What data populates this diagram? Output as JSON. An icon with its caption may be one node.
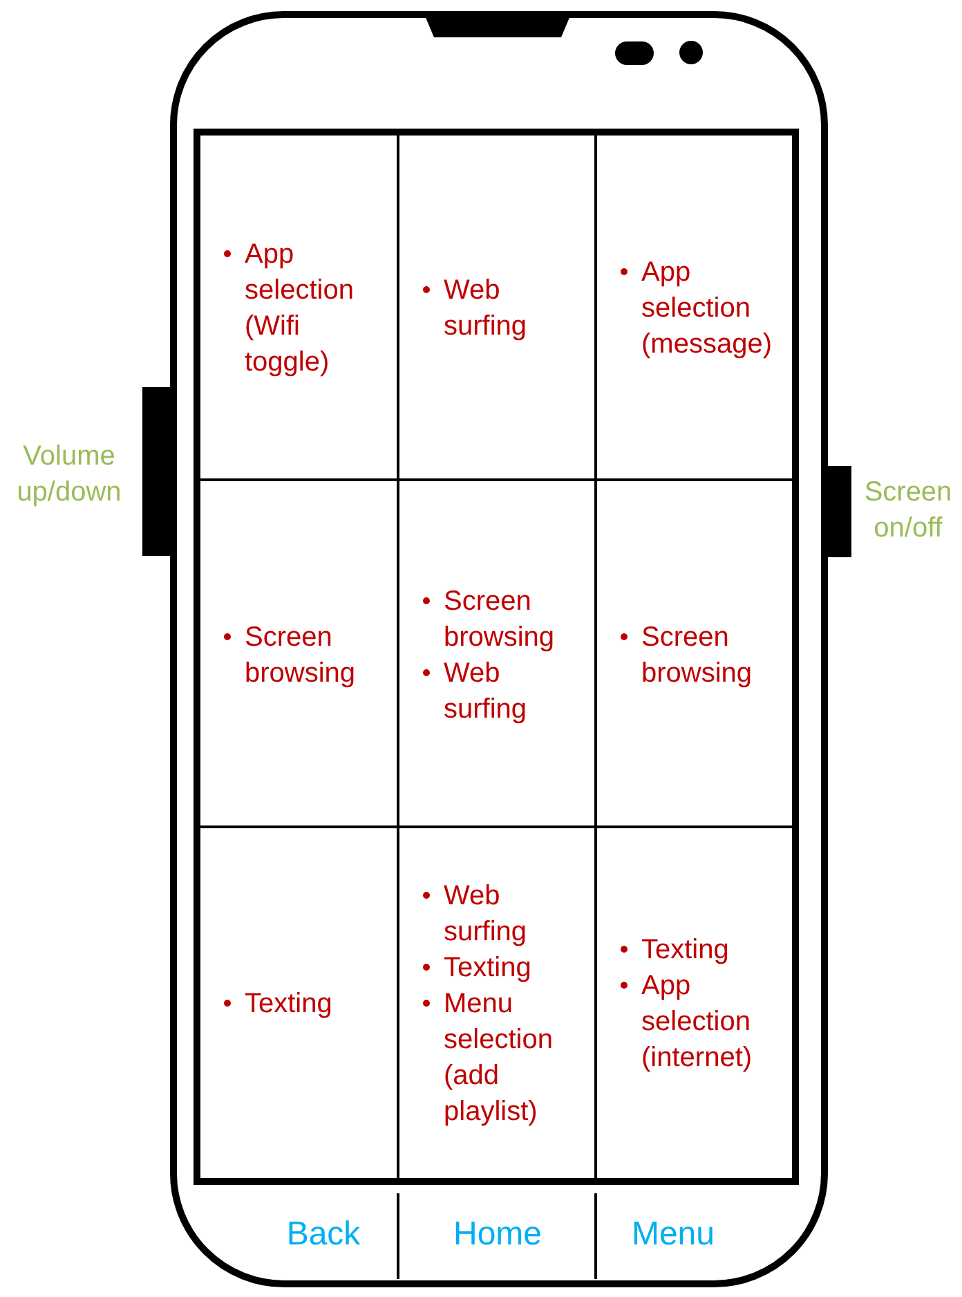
{
  "diagram": {
    "nodes": [
      {
        "text": [
          "App selection (Wifi toggle)"
        ]
      },
      {
        "text": [
          "Web surfing"
        ]
      },
      {
        "text": [
          "App selection (message)"
        ]
      },
      {
        "text": [
          "Screen browsing"
        ]
      },
      {
        "text": [
          "Screen browsing",
          "Web surfing"
        ]
      },
      {
        "text": [
          "Screen browsing"
        ]
      },
      {
        "text": [
          "Texting"
        ]
      },
      {
        "text": [
          "Web surfing",
          "Texting",
          "Menu selection (add playlist)"
        ]
      },
      {
        "text": [
          "Texting",
          "App selection (internet)"
        ]
      }
    ],
    "labels": [
      "Volume up/down",
      "Screen on/off",
      "Back",
      "Home",
      "Menu"
    ]
  }
}
